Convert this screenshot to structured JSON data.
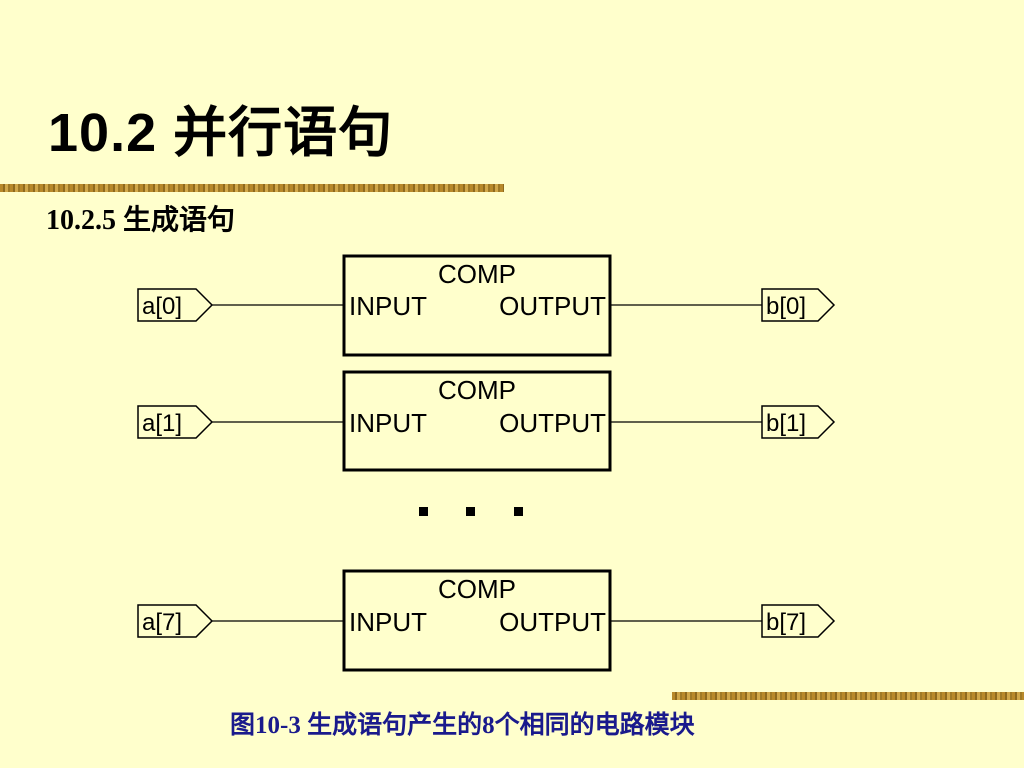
{
  "slide": {
    "title": "10.2  并行语句",
    "subtitle": "10.2.5  生成语句",
    "caption": "图10-3  生成语句产生的8个相同的电路模块"
  },
  "diagram": {
    "blocks": [
      {
        "component": "COMP",
        "input_label": "INPUT",
        "output_label": "OUTPUT",
        "in_port": "a[0]",
        "out_port": "b[0]"
      },
      {
        "component": "COMP",
        "input_label": "INPUT",
        "output_label": "OUTPUT",
        "in_port": "a[1]",
        "out_port": "b[1]"
      },
      {
        "component": "COMP",
        "input_label": "INPUT",
        "output_label": "OUTPUT",
        "in_port": "a[7]",
        "out_port": "b[7]"
      }
    ],
    "ellipsis": "·  ·  ·"
  }
}
